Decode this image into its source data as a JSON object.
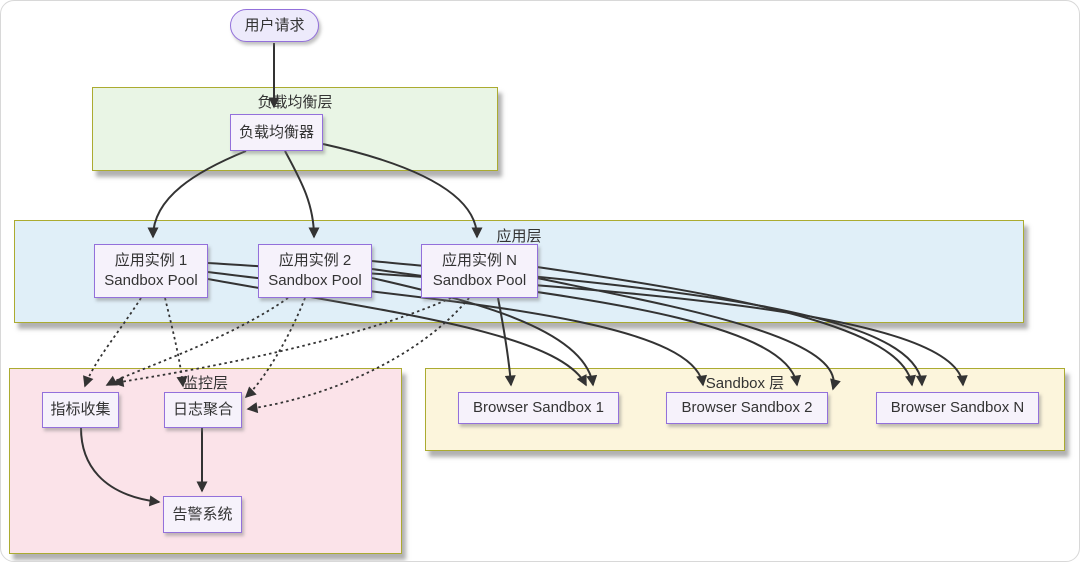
{
  "diagram": {
    "layers": {
      "load_balancer_layer": {
        "title": "负载均衡层",
        "fill": "#E9F5E5"
      },
      "app_layer": {
        "title": "应用层",
        "fill": "#E0EFF8"
      },
      "monitor_layer": {
        "title": "监控层",
        "fill": "#FBE3E9"
      },
      "sandbox_layer": {
        "title": "Sandbox 层",
        "fill": "#FCF5DC"
      }
    },
    "nodes": {
      "user_request": {
        "label": "用户请求"
      },
      "load_balancer": {
        "label": "负载均衡器"
      },
      "app1": {
        "title": "应用实例 1",
        "subtitle": "Sandbox Pool"
      },
      "app2": {
        "title": "应用实例 2",
        "subtitle": "Sandbox Pool"
      },
      "appN": {
        "title": "应用实例 N",
        "subtitle": "Sandbox Pool"
      },
      "metrics": {
        "label": "指标收集"
      },
      "logs": {
        "label": "日志聚合"
      },
      "alert": {
        "label": "告警系统"
      },
      "bs1": {
        "label": "Browser Sandbox 1"
      },
      "bs2": {
        "label": "Browser Sandbox 2"
      },
      "bsN": {
        "label": "Browser Sandbox N"
      }
    },
    "colors": {
      "layer_border": "#ABAB30",
      "node_border": "#9370DB",
      "node_fill": "#F6F2FB",
      "pill_fill": "#EDEAFB",
      "arrow": "#333333",
      "text": "#333333"
    },
    "edges": [
      {
        "from": "user_request",
        "to": "load_balancer",
        "style": "solid"
      },
      {
        "from": "load_balancer",
        "to": "app1",
        "style": "solid"
      },
      {
        "from": "load_balancer",
        "to": "app2",
        "style": "solid"
      },
      {
        "from": "load_balancer",
        "to": "appN",
        "style": "solid"
      },
      {
        "from": "app1",
        "to": "bs1",
        "style": "solid"
      },
      {
        "from": "app1",
        "to": "bs2",
        "style": "solid"
      },
      {
        "from": "app1",
        "to": "bsN",
        "style": "solid"
      },
      {
        "from": "app2",
        "to": "bs1",
        "style": "solid"
      },
      {
        "from": "app2",
        "to": "bs2",
        "style": "solid"
      },
      {
        "from": "app2",
        "to": "bsN",
        "style": "solid"
      },
      {
        "from": "appN",
        "to": "bs1",
        "style": "solid"
      },
      {
        "from": "appN",
        "to": "bs2",
        "style": "solid"
      },
      {
        "from": "appN",
        "to": "bsN",
        "style": "solid"
      },
      {
        "from": "app1",
        "to": "metrics",
        "style": "dotted"
      },
      {
        "from": "app1",
        "to": "logs",
        "style": "dotted"
      },
      {
        "from": "app2",
        "to": "metrics",
        "style": "dotted"
      },
      {
        "from": "app2",
        "to": "logs",
        "style": "dotted"
      },
      {
        "from": "appN",
        "to": "metrics",
        "style": "dotted"
      },
      {
        "from": "appN",
        "to": "logs",
        "style": "dotted"
      },
      {
        "from": "metrics",
        "to": "alert",
        "style": "solid"
      },
      {
        "from": "logs",
        "to": "alert",
        "style": "solid"
      }
    ]
  }
}
